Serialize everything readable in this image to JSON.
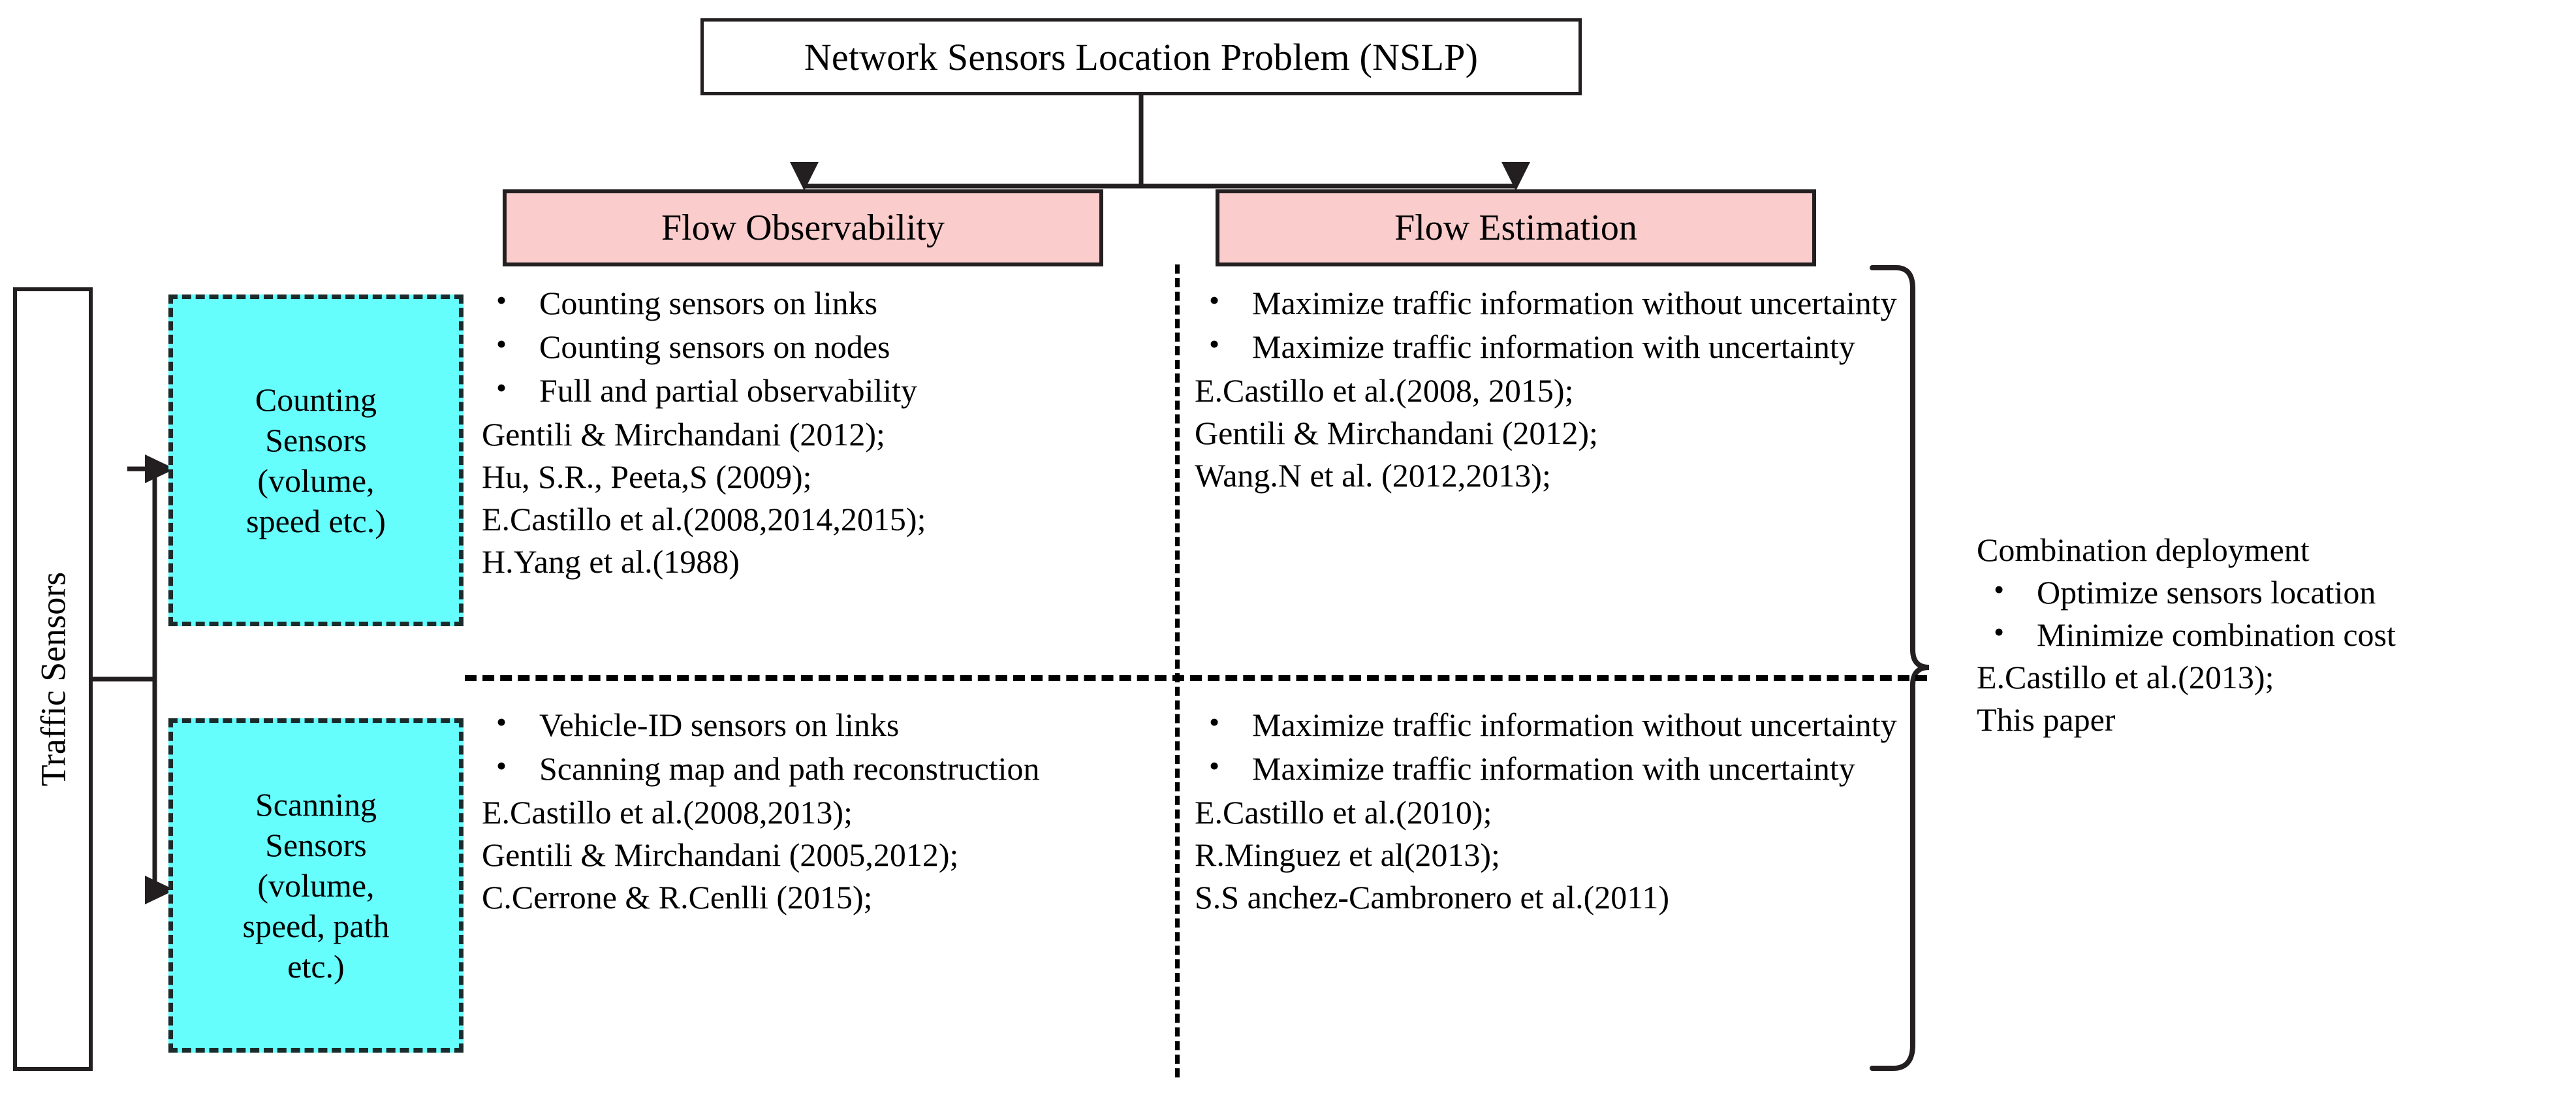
{
  "root": {
    "title": "Network Sensors Location Problem (NSLP)"
  },
  "columns": {
    "observability": "Flow Observability",
    "estimation": "Flow Estimation"
  },
  "rows": {
    "counting": "Counting Sensors (volume, speed etc.)",
    "scanning": "Scanning Sensors (volume, speed, path etc.)"
  },
  "sidebar": {
    "label": "Traffic Sensors"
  },
  "sensor_boxes": [
    {
      "name": "counting-sensors",
      "lines": [
        "Counting",
        "Sensors",
        "(volume,",
        "speed etc.)"
      ]
    },
    {
      "name": "scanning-sensors",
      "lines": [
        "Scanning",
        "Sensors",
        "(volume,",
        "speed, path",
        "etc.)"
      ]
    }
  ],
  "cells": {
    "counting_observability": {
      "bullets": [
        "Counting sensors on links",
        "Counting sensors on nodes",
        "Full and partial observability"
      ],
      "citations": [
        "Gentili & Mirchandani (2012);",
        "Hu, S.R., Peeta,S (2009);",
        "E.Castillo et al.(2008,2014,2015);",
        "H.Yang et al.(1988)"
      ]
    },
    "counting_estimation": {
      "bullets": [
        "Maximize traffic information without uncertainty",
        "Maximize traffic information with uncertainty"
      ],
      "citations": [
        "E.Castillo et al.(2008, 2015);",
        "Gentili & Mirchandani (2012);",
        "Wang.N et al. (2012,2013);"
      ]
    },
    "scanning_observability": {
      "bullets": [
        "Vehicle-ID sensors on links",
        "Scanning map and path reconstruction"
      ],
      "citations": [
        "E.Castillo et al.(2008,2013);",
        "Gentili & Mirchandani (2005,2012);",
        "C.Cerrone & R.Cenlli (2015);"
      ]
    },
    "scanning_estimation": {
      "bullets": [
        "Maximize traffic information without uncertainty",
        "Maximize traffic information with uncertainty"
      ],
      "citations": [
        "E.Castillo et al.(2010);",
        "R.Minguez et al(2013);",
        "S.S anchez-Cambronero et al.(2011)"
      ]
    }
  },
  "combination": {
    "header": "Combination deployment",
    "bullets": [
      "Optimize sensors location",
      "Minimize combination cost"
    ],
    "citations": [
      "E.Castillo et al.(2013);",
      "This paper"
    ]
  },
  "colors": {
    "header_fill": "#fbcccc",
    "sensor_fill": "#66fdfd",
    "line": "#231f20",
    "background": "#ffffff"
  }
}
